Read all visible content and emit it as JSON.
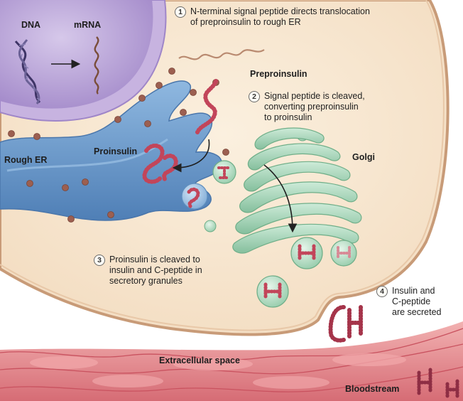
{
  "labels": {
    "dna": "DNA",
    "mrna": "mRNA",
    "preproinsulin": "Preproinsulin",
    "proinsulin": "Proinsulin",
    "rough_er": "Rough ER",
    "golgi": "Golgi",
    "extracellular_space": "Extracellular space",
    "bloodstream": "Bloodstream"
  },
  "steps": [
    {
      "number": "1",
      "text": "N-terminal signal peptide directs translocation\nof preproinsulin to rough ER"
    },
    {
      "number": "2",
      "text": "Signal peptide is cleaved,\nconverting preproinsulin\nto proinsulin"
    },
    {
      "number": "3",
      "text": "Proinsulin is cleaved to\ninsulin and C-peptide in\nsecretory granules"
    },
    {
      "number": "4",
      "text": "Insulin and\nC-peptide\nare secreted"
    }
  ],
  "colors": {
    "cytoplasm": "#f8e8d2",
    "cell_membrane": "#c79b78",
    "nucleus": "#b9a3d6",
    "rough_er": "#6f9ccd",
    "ribosome": "#9c5f50",
    "golgi": "#a9d6bc",
    "protein_chain": "#c2455a",
    "bloodstream": "#e58f93"
  }
}
